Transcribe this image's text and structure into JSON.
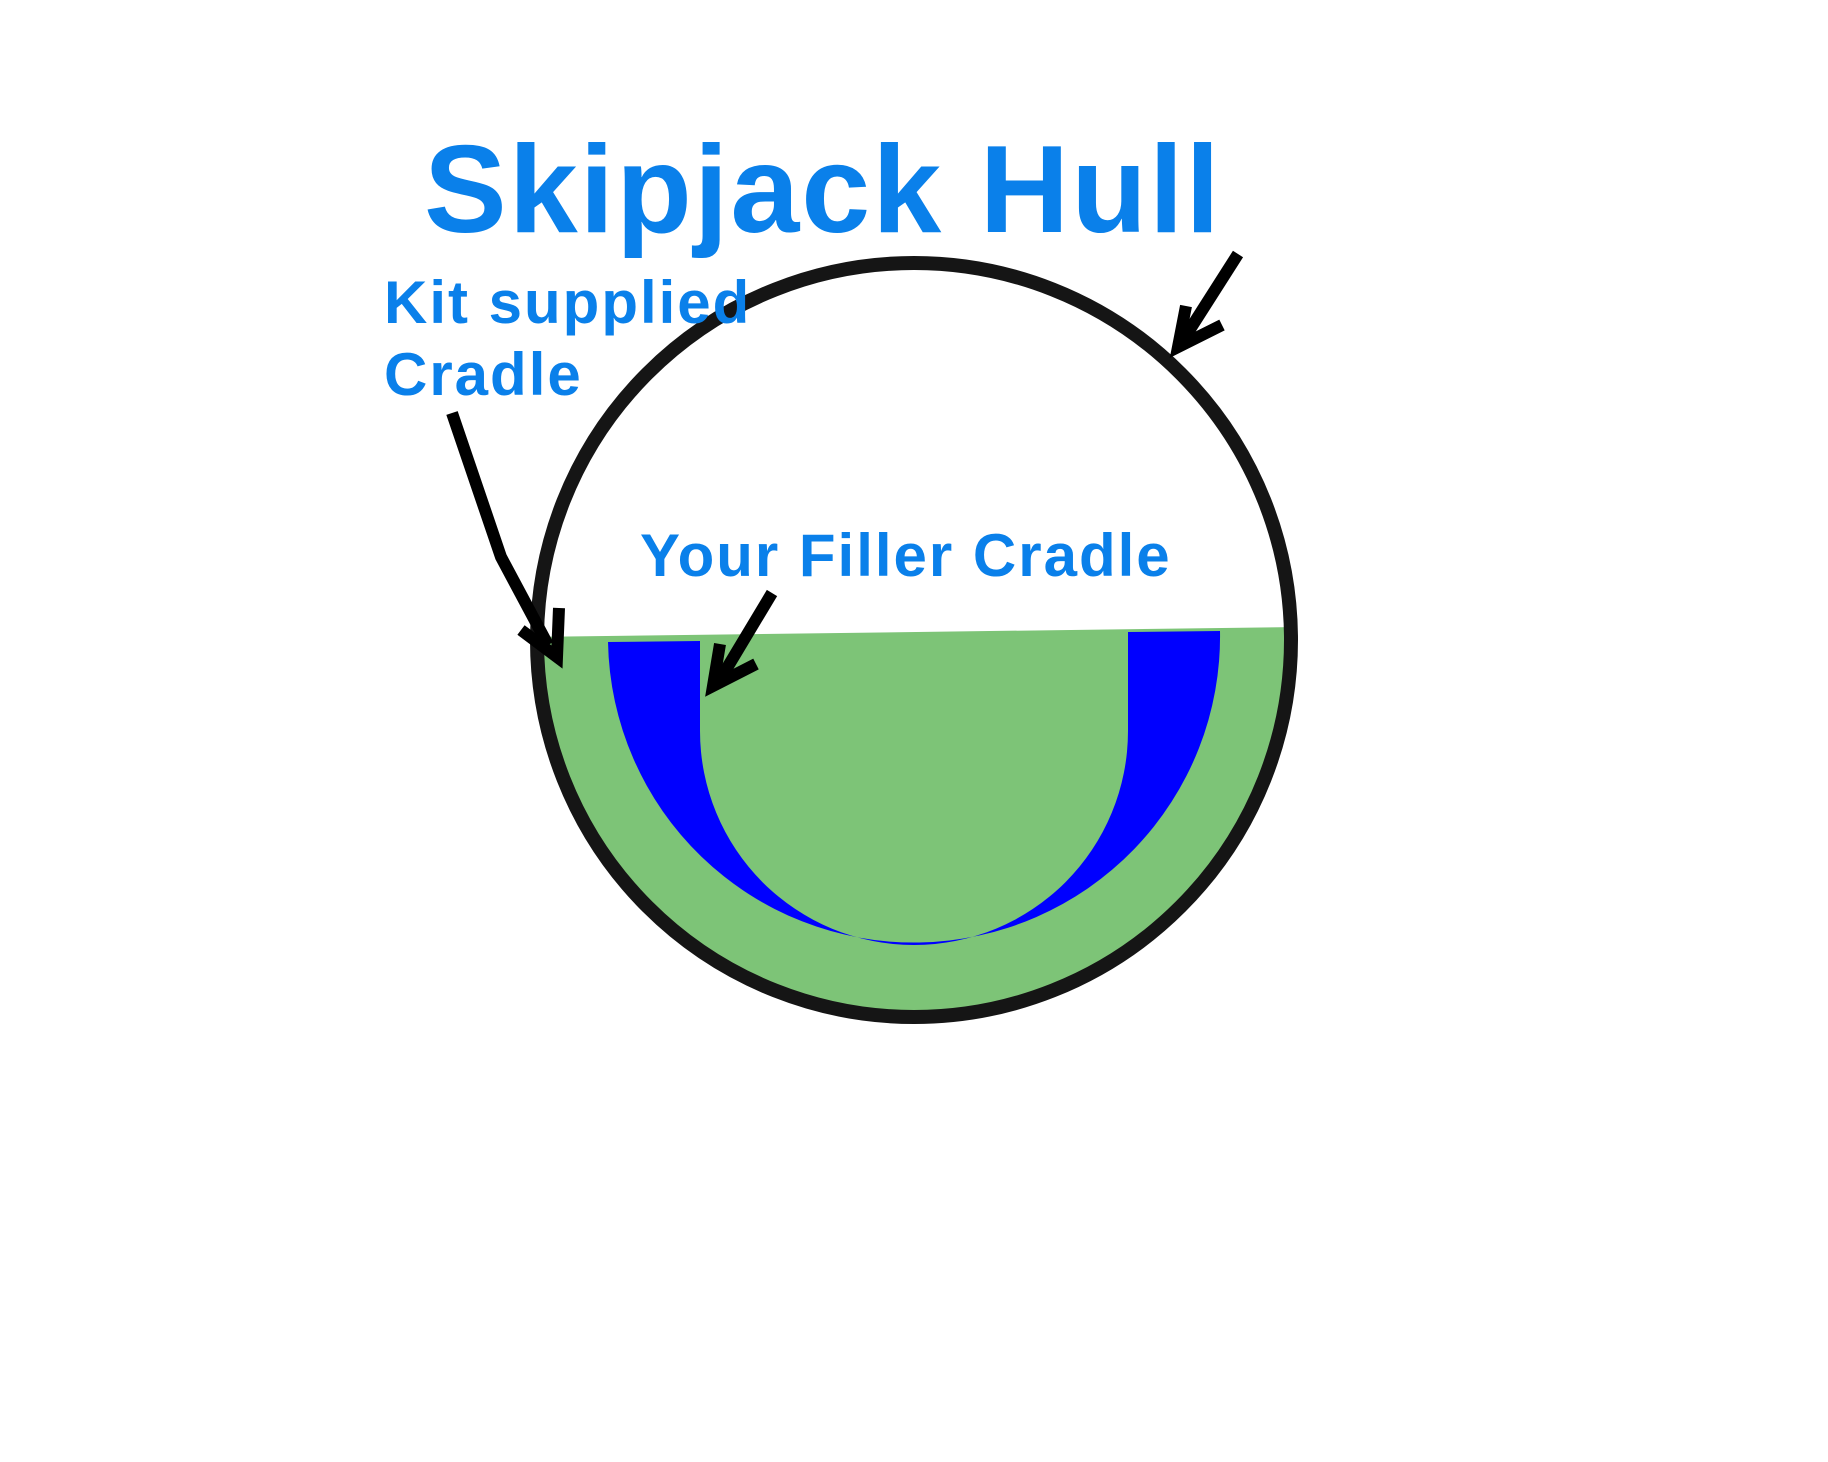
{
  "title": "Skipjack Hull",
  "labels": {
    "kit_line1": "Kit supplied",
    "kit_line2": "Cradle",
    "filler": "Your Filler Cradle"
  },
  "colors": {
    "text": "#0a80ea",
    "hull": "#151515",
    "kit_cradle": "#7dc477",
    "filler_cradle": "#0000ff"
  }
}
